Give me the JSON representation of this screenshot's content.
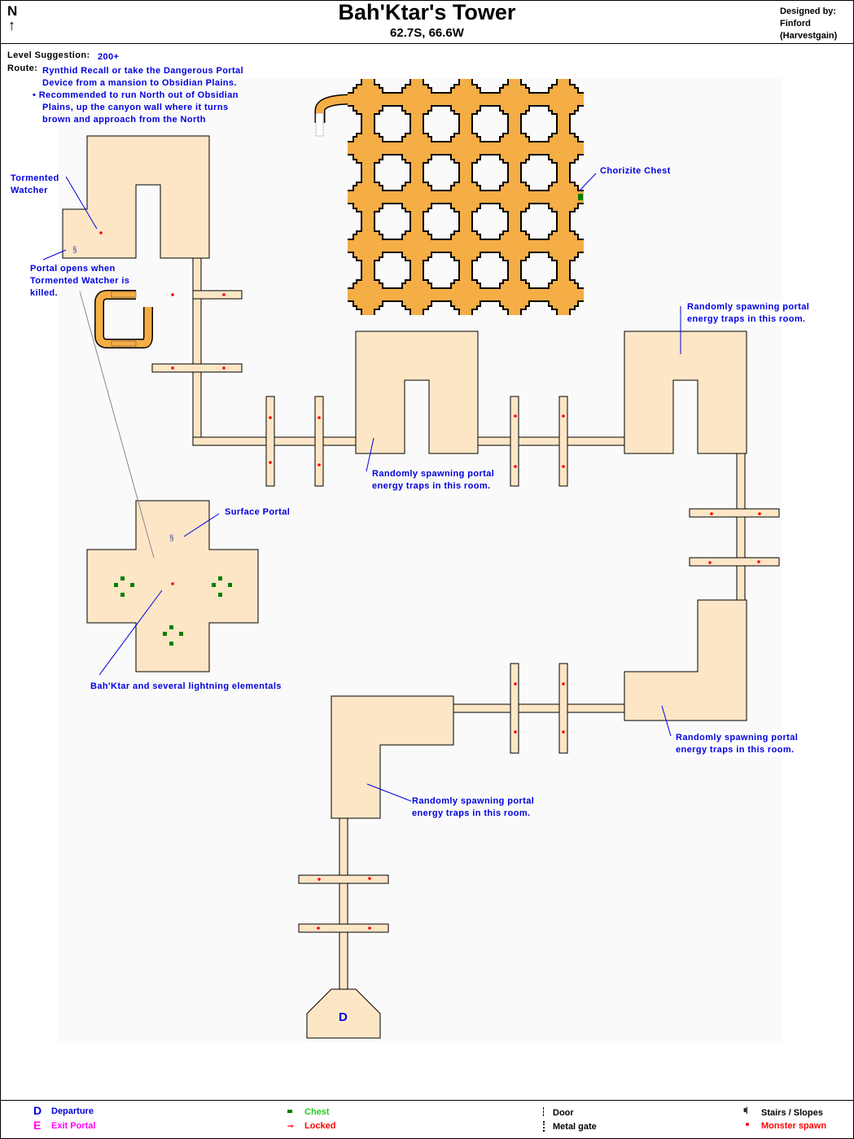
{
  "header": {
    "north": "N",
    "title": "Bah'Ktar's Tower",
    "coords": "62.7S, 66.6W",
    "designed_by_label": "Designed by:",
    "designer": "Finford",
    "designer_server": "(Harvestgain)"
  },
  "info": {
    "level_label": "Level Suggestion:",
    "level": "200+",
    "route_label": "Route:",
    "route_lines": [
      "Rynthid Recall or take the Dangerous Portal",
      "Device from a mansion to Obsidian Plains.",
      "• Recommended to run North out of Obsidian",
      "Plains, up the canyon wall where it turns",
      "brown and approach from the North"
    ]
  },
  "annotations": {
    "watcher": [
      "Tormented",
      "Watcher"
    ],
    "portal_opens": [
      "Portal opens when",
      "Tormented Watcher is",
      "killed."
    ],
    "chest": "Chorizite Chest",
    "surface_portal": "Surface Portal",
    "boss": "Bah'Ktar and several lightning elementals",
    "traps": [
      "Randomly spawning portal",
      "energy traps in this room."
    ],
    "departure_marker": "D"
  },
  "legend": {
    "departure_key": "D",
    "departure": "Departure",
    "exit_key": "E",
    "exit": "Exit Portal",
    "chest": "Chest",
    "locked": "Locked",
    "door": "Door",
    "metal_gate": "Metal gate",
    "stairs": "Stairs / Slopes",
    "monster": "Monster spawn"
  },
  "colors": {
    "room": "#fde6c6",
    "grid": "#f5ad45",
    "text_blue": "#0000e0",
    "spawn": "#ff0000",
    "chest": "#008000",
    "exit": "#ff00ff"
  }
}
